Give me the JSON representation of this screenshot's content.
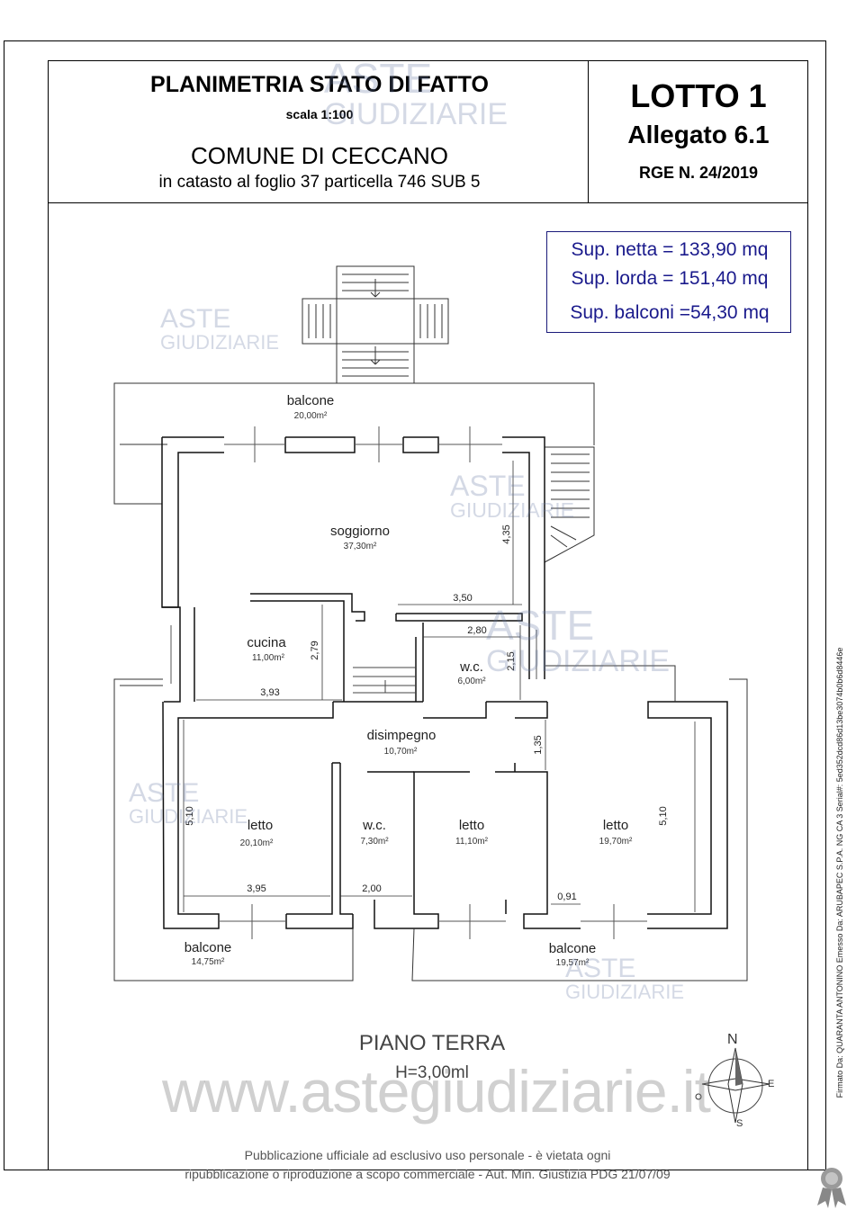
{
  "header": {
    "title": "PLANIMETRIA STATO DI FATTO",
    "scale": "scala 1:100",
    "comune": "COMUNE DI CECCANO",
    "catasto": "in catasto al foglio 37 particella 746 SUB 5",
    "lotto": "LOTTO 1",
    "allegato": "Allegato 6.1",
    "rge": "RGE N. 24/2019"
  },
  "superfici": {
    "netta": "Sup. netta = 133,90 mq",
    "lorda": "Sup. lorda = 151,40 mq",
    "balconi": "Sup. balconi =54,30 mq"
  },
  "rooms": {
    "balcone_top": {
      "name": "balcone",
      "area": "20,00m²"
    },
    "soggiorno": {
      "name": "soggiorno",
      "area": "37,30m²"
    },
    "cucina": {
      "name": "cucina",
      "area": "11,00m²"
    },
    "wc_top": {
      "name": "w.c.",
      "area": "6,00m²"
    },
    "disimpegno": {
      "name": "disimpegno",
      "area": "10,70m²"
    },
    "letto_left": {
      "name": "letto",
      "area": "20,10m²"
    },
    "wc_bottom": {
      "name": "w.c.",
      "area": "7,30m²"
    },
    "letto_mid": {
      "name": "letto",
      "area": "11,10m²"
    },
    "letto_right": {
      "name": "letto",
      "area": "19,70m²"
    },
    "balcone_left": {
      "name": "balcone",
      "area": "14,75m²"
    },
    "balcone_right": {
      "name": "balcone",
      "area": "19,57m²"
    }
  },
  "dimensions": {
    "d435": "4,35",
    "d350": "3,50",
    "d280": "2,80",
    "d279": "2,79",
    "d393": "3,93",
    "d215": "2,15",
    "d135": "1,35",
    "d510_left": "5,10",
    "d510_right": "5,10",
    "d395": "3,95",
    "d200": "2,00",
    "d091": "0,91"
  },
  "footer": {
    "piano": "PIANO TERRA",
    "altezza": "H=3,00ml",
    "website": "www.astegiudiziarie.it",
    "pub_line1": "Pubblicazione ufficiale ad esclusivo uso personale - è vietata ogni",
    "pub_line2": "ripubblicazione o riproduzione a scopo commerciale - Aut. Min. Giustizia PDG 21/07/09"
  },
  "compass": {
    "n": "N",
    "e": "E",
    "s": "S"
  },
  "watermark": {
    "line1": "ASTE",
    "line2": "GIUDIZIARIE"
  },
  "signature": "Firmato Da: QUARANTA ANTONINO Emesso Da: ARUBAPEC S.P.A. NG CA 3 Serial#: 5ed352dcd86d13be3074b0b6d8446e"
}
